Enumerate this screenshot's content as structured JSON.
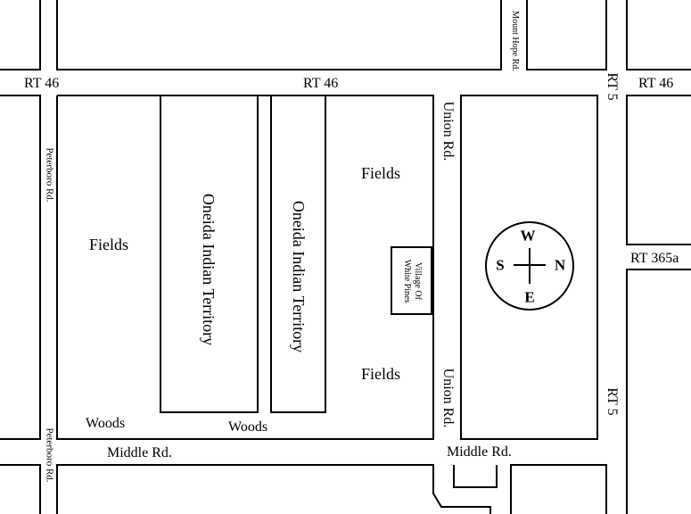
{
  "roads": {
    "rt46_left": "RT 46",
    "rt46_center": "RT 46",
    "rt46_right": "RT 46",
    "rt5_upper": "RT 5",
    "rt5_lower": "RT 5",
    "rt365a": "RT 365a",
    "union_rd_upper": "Union Rd.",
    "union_rd_lower": "Union Rd.",
    "middle_rd_left": "Middle Rd.",
    "middle_rd_right": "Middle Rd.",
    "peterboro_rd_upper": "Peterboro Rd.",
    "peterboro_rd_lower": "Peterboro Rd.",
    "mount_hope_rd": "Mount Hope Rd."
  },
  "areas": {
    "fields_left": "Fields",
    "fields_upper_right": "Fields",
    "fields_lower_right": "Fields",
    "oneida_1": "Oneida Indian Territory",
    "oneida_2": "Oneida Indian Territory",
    "woods_left": "Woods",
    "woods_center": "Woods",
    "village_line1": "Village Of",
    "village_line2": "White Pines"
  },
  "compass": {
    "top": "W",
    "bottom": "E",
    "left": "S",
    "right": "N"
  },
  "colors": {
    "line": "#000000",
    "background": "#ffffff"
  }
}
